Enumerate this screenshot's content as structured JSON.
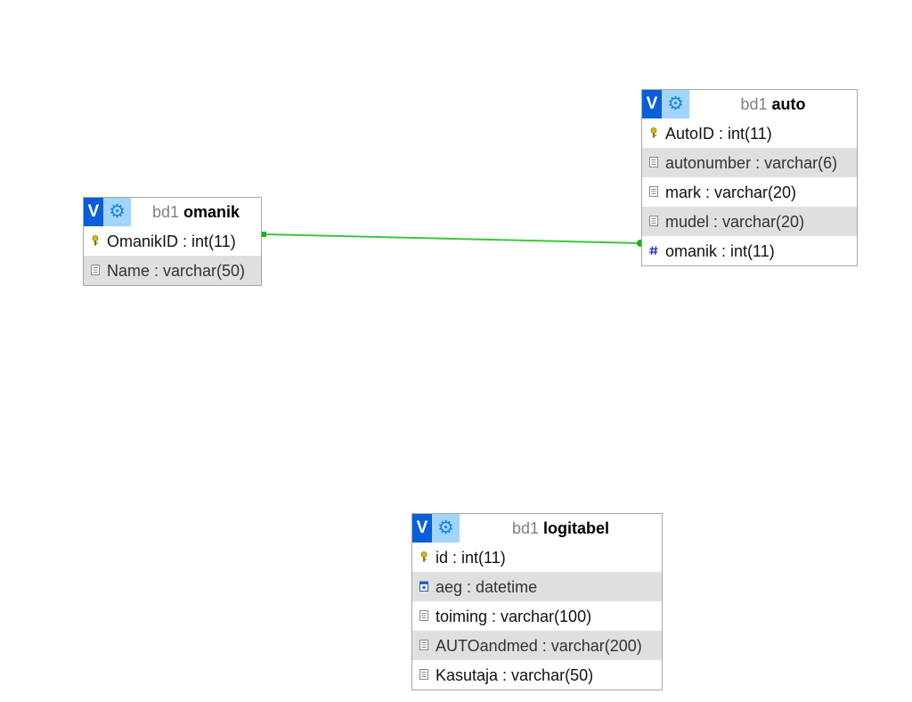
{
  "designer": {
    "relation_color": "#3cc63c",
    "tables": [
      {
        "id": "omanik",
        "db": "bd1",
        "name": "omanik",
        "toggle_label": "V",
        "options_icon": "gear-icon",
        "columns": [
          {
            "text": "OmanikID : int(11)",
            "icon": "key-icon",
            "primary": true
          },
          {
            "text": "Name : varchar(50)",
            "icon": "text-column-icon"
          }
        ]
      },
      {
        "id": "auto",
        "db": "bd1",
        "name": "auto",
        "toggle_label": "V",
        "options_icon": "gear-icon",
        "columns": [
          {
            "text": "AutoID : int(11)",
            "icon": "key-icon",
            "primary": true
          },
          {
            "text": "autonumber : varchar(6)",
            "icon": "text-column-icon"
          },
          {
            "text": "mark : varchar(20)",
            "icon": "text-column-icon"
          },
          {
            "text": "mudel : varchar(20)",
            "icon": "text-column-icon"
          },
          {
            "text": "omanik : int(11)",
            "icon": "numeric-column-icon"
          }
        ]
      },
      {
        "id": "logitabel",
        "db": "bd1",
        "name": "logitabel",
        "toggle_label": "V",
        "options_icon": "gear-icon",
        "columns": [
          {
            "text": "id : int(11)",
            "icon": "key-icon",
            "primary": true
          },
          {
            "text": "aeg : datetime",
            "icon": "datetime-column-icon"
          },
          {
            "text": "toiming : varchar(100)",
            "icon": "text-column-icon"
          },
          {
            "text": "AUTOandmed : varchar(200)",
            "icon": "text-column-icon"
          },
          {
            "text": "Kasutaja : varchar(50)",
            "icon": "text-column-icon"
          }
        ]
      }
    ],
    "relations": [
      {
        "from_table": "omanik",
        "from_column": "OmanikID",
        "to_table": "auto",
        "to_column": "omanik"
      }
    ]
  }
}
